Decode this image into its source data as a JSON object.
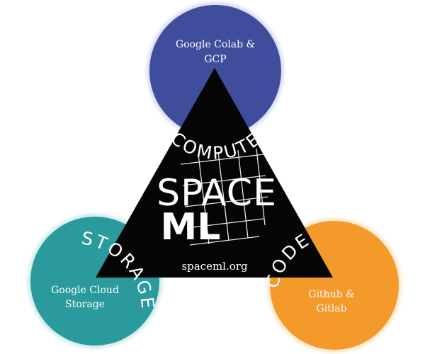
{
  "colors": {
    "compute": "#3f4d9c",
    "storage": "#2a9a9c",
    "code": "#f39a2b",
    "triangle": "#050505",
    "text": "#ffffff",
    "background": "#ffffff"
  },
  "compute": {
    "label": "COMPUTE",
    "service_line1": "Google Colab &",
    "service_line2": "GCP"
  },
  "storage": {
    "label": "STORAGE",
    "service_line1": "Google Cloud",
    "service_line2": "Storage"
  },
  "code": {
    "label": "CODE",
    "service_line1": "Github &",
    "service_line2": "Gitlab"
  },
  "logo": {
    "word1": "SPACE",
    "word2": "ML"
  },
  "url": "spaceml.org"
}
